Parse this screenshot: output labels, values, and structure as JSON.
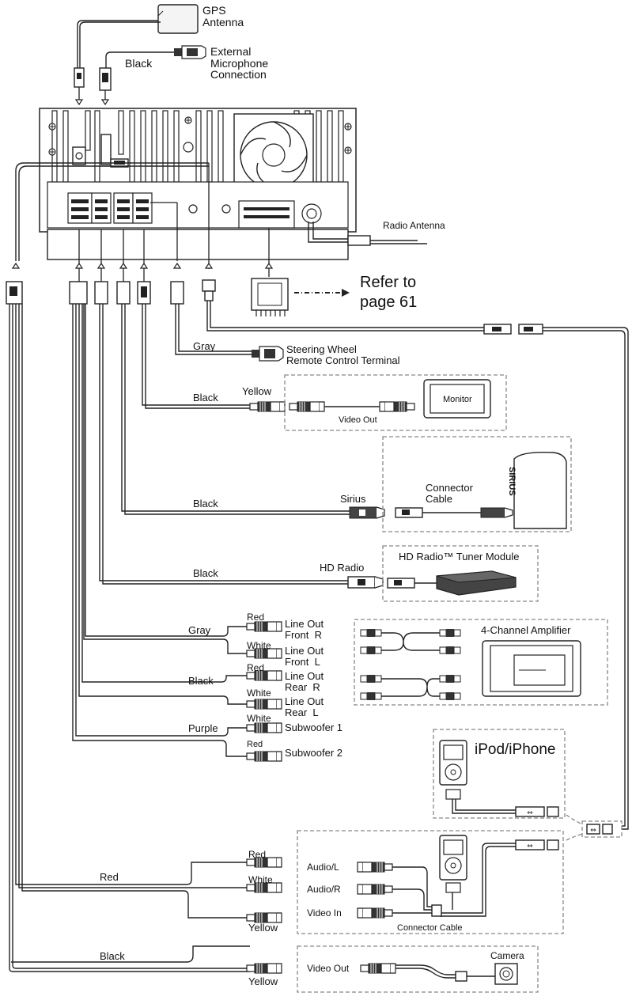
{
  "labels": {
    "gps_antenna": "GPS\nAntenna",
    "black_mic": "Black",
    "external_mic": "External\nMicrophone\nConnection",
    "radio_antenna": "Radio Antenna",
    "refer_to": "Refer to\npage 61",
    "gray_steering": "Gray",
    "steering_wheel": "Steering Wheel\nRemote Control Terminal",
    "black_video": "Black",
    "yellow_video": "Yellow",
    "video_out_monitor": "Video Out",
    "monitor": "Monitor",
    "black_sirius": "Black",
    "sirius": "Sirius",
    "connector_cable_sirius": "Connector\nCable",
    "sirius_logo": "SIRIUS",
    "black_hd": "Black",
    "hd_radio": "HD Radio",
    "hd_radio_module": "HD Radio™ Tuner Module",
    "gray_lineout": "Gray",
    "red_front": "Red",
    "white_front": "White",
    "line_out_front_r": "Line Out\nFront  R",
    "line_out_front_l": "Line Out\nFront  L",
    "black_lineout": "Black",
    "red_rear": "Red",
    "white_rear": "White",
    "line_out_rear_r": "Line Out\nRear  R",
    "line_out_rear_l": "Line Out\nRear  L",
    "purple_sub": "Purple",
    "white_sub": "White",
    "red_sub": "Red",
    "subwoofer_1": "Subwoofer 1",
    "subwoofer_2": "Subwoofer 2",
    "four_ch_amp": "4-Channel Amplifier",
    "ipod_iphone": "iPod/iPhone",
    "red_av": "Red",
    "red_plug": "Red",
    "white_plug": "White",
    "yellow_plug": "Yellow",
    "black_camera": "Black",
    "yellow_camera": "Yellow",
    "audio_l": "Audio/L",
    "audio_r": "Audio/R",
    "video_in": "Video In",
    "connector_cable": "Connector Cable",
    "video_out_camera": "Video Out",
    "camera": "Camera"
  },
  "colors": {
    "line": "#222222",
    "dashed_box": "#888888",
    "background": "#ffffff"
  }
}
